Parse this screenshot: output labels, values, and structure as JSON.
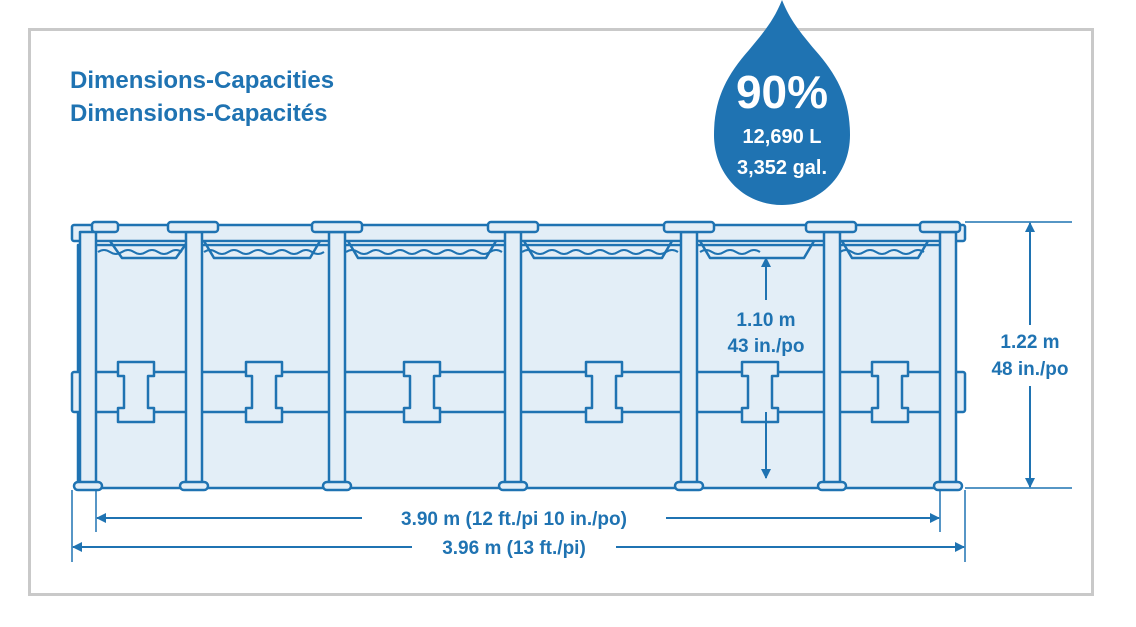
{
  "title": {
    "line1": "Dimensions-Capacities",
    "line2": "Dimensions-Capacités"
  },
  "capacity": {
    "percent": "90%",
    "liters": "12,690 L",
    "gallons": "3,352 gal."
  },
  "dimensions": {
    "water_height_m": "1.10 m",
    "water_height_in": "43 in./po",
    "pool_height_m": "1.22 m",
    "pool_height_in": "48 in./po",
    "inner_width": "3.90 m (12 ft./pi 10 in./po)",
    "outer_width": "3.96 m (13 ft./pi)"
  },
  "colors": {
    "accent": "#1f73b2",
    "line": "#1f73b2",
    "fill": "#e3eef7",
    "frame": "#c9c9c9"
  }
}
